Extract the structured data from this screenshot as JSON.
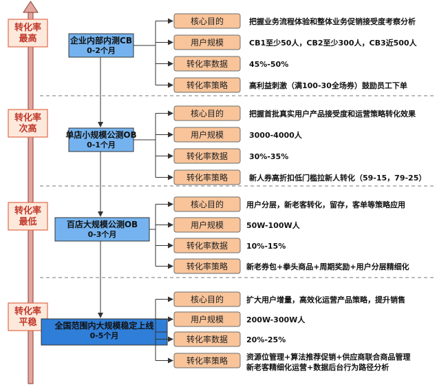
{
  "stages": [
    {
      "rate_label": [
        "转化率",
        "最高"
      ],
      "phase_title": "企业内部内测CB",
      "phase_duration": "0-2个月",
      "items": [
        {
          "tag": "核心目的",
          "value": [
            "把握业务流程体验和整体业务促销接受度考察分析"
          ]
        },
        {
          "tag": "用户规模",
          "value": [
            "CB1至少50人，CB2至少300人，CB3近500人"
          ]
        },
        {
          "tag": "转化率数据",
          "value": [
            "45%-50%"
          ]
        },
        {
          "tag": "转化率策略",
          "value": [
            "高利益刺激（满100-30全场券）鼓励员工下单"
          ]
        }
      ]
    },
    {
      "rate_label": [
        "转化率",
        "次高"
      ],
      "phase_title": "单店小规模公测OB",
      "phase_duration": "0-1个月",
      "items": [
        {
          "tag": "核心目的",
          "value": [
            "把握首批真实用户产品接受度和运营策略转化效果"
          ]
        },
        {
          "tag": "用户规模",
          "value": [
            "3000-4000人"
          ]
        },
        {
          "tag": "转化率数据",
          "value": [
            "30%-35%"
          ]
        },
        {
          "tag": "转化率策略",
          "value": [
            "新人券高折扣低门槛拉新人转化（59-15，79-25）"
          ]
        }
      ]
    },
    {
      "rate_label": [
        "转化率",
        "最低"
      ],
      "phase_title": "百店大规模公测OB",
      "phase_duration": "0-3个月",
      "items": [
        {
          "tag": "核心目的",
          "value": [
            "用户分层，新老客转化，留存，客单等策略应用"
          ]
        },
        {
          "tag": "用户规模",
          "value": [
            "50W-100W人"
          ]
        },
        {
          "tag": "转化率数据",
          "value": [
            "10%-15%"
          ]
        },
        {
          "tag": "转化率策略",
          "value": [
            "新老券包+拳头商品+周期奖励+用户分层精细化"
          ]
        }
      ]
    },
    {
      "rate_label": [
        "转化率",
        "平稳"
      ],
      "phase_title": "全国范围内大规模稳定上线",
      "phase_duration": "0-5个月",
      "items": [
        {
          "tag": "核心目的",
          "value": [
            "扩大用户增量，高效化运营产品策略，提升销售"
          ]
        },
        {
          "tag": "用户规模",
          "value": [
            "200W-300W人"
          ]
        },
        {
          "tag": "转化率数据",
          "value": [
            "20%-25%"
          ]
        },
        {
          "tag": "转化率策略",
          "value": [
            "资源位管理+算法推荐促销+供应商联合商品管理",
            "新老客精细化运营+数据后台行为路径分析"
          ]
        }
      ]
    }
  ],
  "colors": {
    "rate_arrow": "#e2a89f",
    "rate_arrow_stroke": "#8b3a2f",
    "rate_label_box": "#fde9dc",
    "rate_label_border": "#e06a4a",
    "rate_label_text": "#c0392b",
    "phase_box_light": "#74b3ef",
    "phase_box_dark": "#2f7ed8",
    "phase_border": "#333333",
    "tag_fill": "#f9c49a",
    "tag_border": "#6b6b6b",
    "divider": "#777777"
  }
}
